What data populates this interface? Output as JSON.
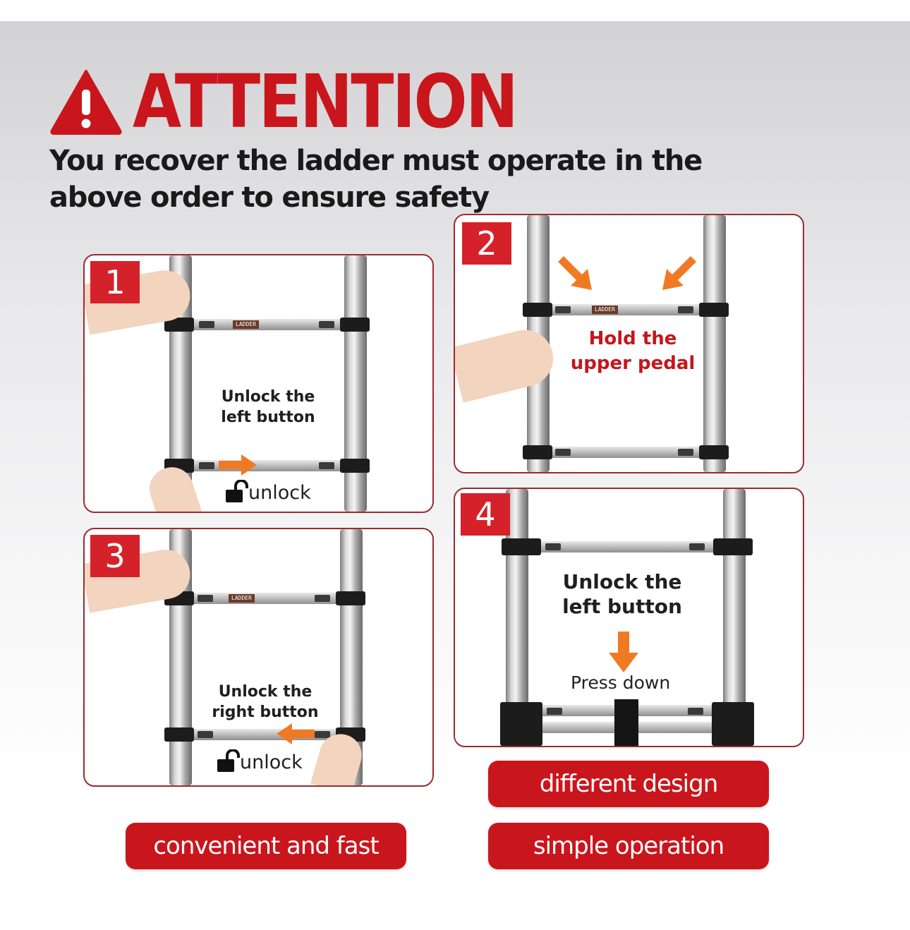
{
  "header": {
    "title": "ATTENTION",
    "subtitle": "You recover the ladder must operate in the above order to ensure safety"
  },
  "steps": [
    {
      "number": "1",
      "text_line1": "Unlock the",
      "text_line2": "left button",
      "unlock_label": "unlock",
      "brand_label": "LADDER"
    },
    {
      "number": "2",
      "text_line1": "Hold the",
      "text_line2": "upper pedal",
      "brand_label": "LADDER"
    },
    {
      "number": "3",
      "text_line1": "Unlock the",
      "text_line2": "right button",
      "unlock_label": "unlock",
      "brand_label": "LADDER"
    },
    {
      "number": "4",
      "text_line1": "Unlock the",
      "text_line2": "left button",
      "press_label": "Press down"
    }
  ],
  "badges": {
    "different_design": "different design",
    "convenient_fast": "convenient and fast",
    "simple_operation": "simple operation"
  },
  "colors": {
    "accent_red": "#c9161d",
    "arrow_orange": "#f07a23",
    "panel_border": "#9a2b2f"
  },
  "icons": [
    "warning-triangle-icon",
    "padlock-open-icon",
    "arrow-right-icon",
    "arrow-left-icon",
    "arrow-down-icon",
    "arrow-diagonal-icon"
  ]
}
